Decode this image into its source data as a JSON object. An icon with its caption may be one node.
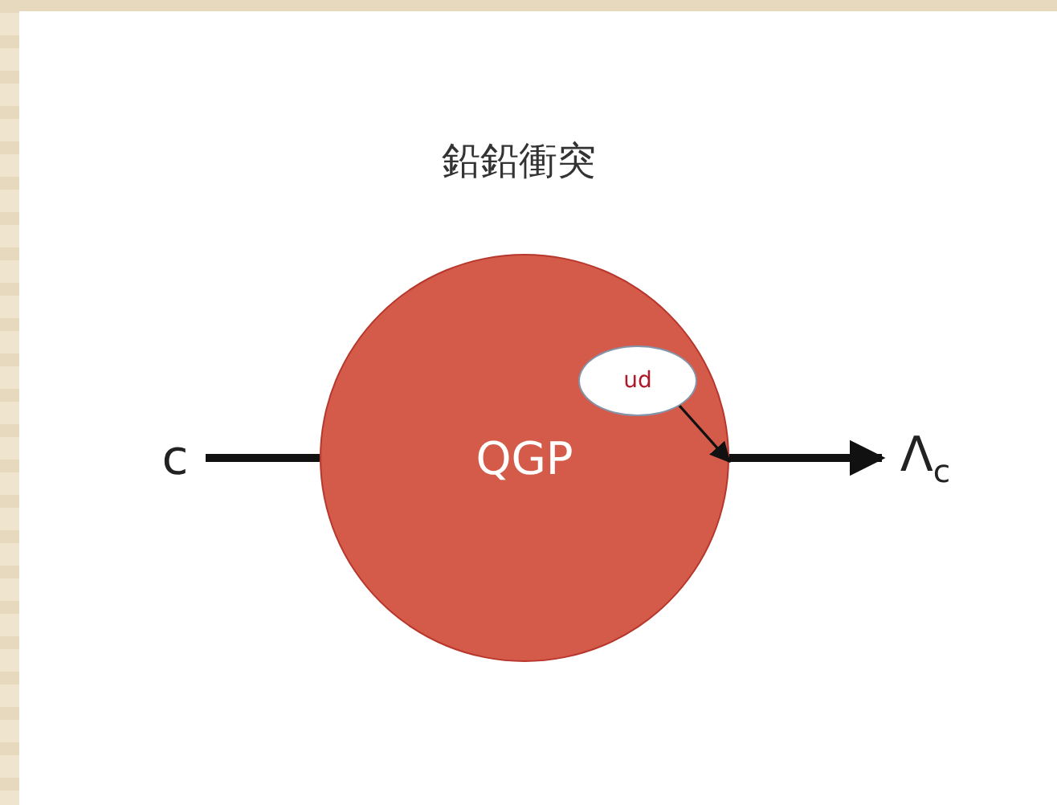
{
  "diagram": {
    "title": "鉛鉛衝突",
    "nodes": [
      {
        "text": [
          "c"
        ]
      },
      {
        "text": [
          "QGP"
        ]
      },
      {
        "text": [
          "ud"
        ],
        "in": 1
      },
      {
        "text": [
          "Λ$_{c}$"
        ]
      }
    ],
    "edges": [
      {
        "from": 0,
        "to": 1,
        "arrow": "none"
      },
      {
        "from": 2,
        "to": 1,
        "arrow": "to"
      },
      {
        "from": 1,
        "to": 3,
        "arrow": "to"
      }
    ]
  }
}
